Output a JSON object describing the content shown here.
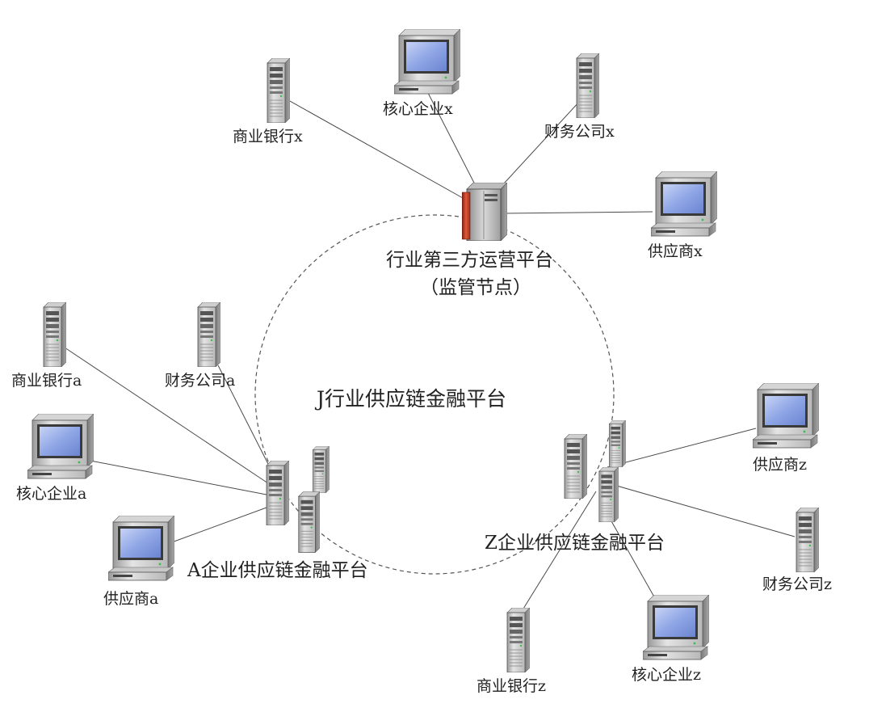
{
  "center": {
    "platform_label": "J行业供应链金融平台"
  },
  "hub_x": {
    "title": "行业第三方运营平台",
    "subtitle": "（监管节点）",
    "nodes": {
      "bank": "商业银行x",
      "core": "核心企业x",
      "finance": "财务公司x",
      "supplier": "供应商x"
    }
  },
  "hub_a": {
    "platform_label": "A企业供应链金融平台",
    "nodes": {
      "bank": "商业银行a",
      "finance": "财务公司a",
      "core": "核心企业a",
      "supplier": "供应商a"
    }
  },
  "hub_z": {
    "platform_label": "Z企业供应链金融平台",
    "nodes": {
      "supplier": "供应商z",
      "finance": "财务公司z",
      "core": "核心企业z",
      "bank": "商业银行z"
    }
  },
  "icons": {
    "server": "server-tower-icon",
    "workstation": "desktop-computer-icon",
    "mainframe": "mainframe-cabinet-icon"
  },
  "colors": {
    "line": "#4a4a4a",
    "ring": "#555555",
    "screen": "#8fa6e6",
    "mainframe_accent": "#c8472c"
  }
}
